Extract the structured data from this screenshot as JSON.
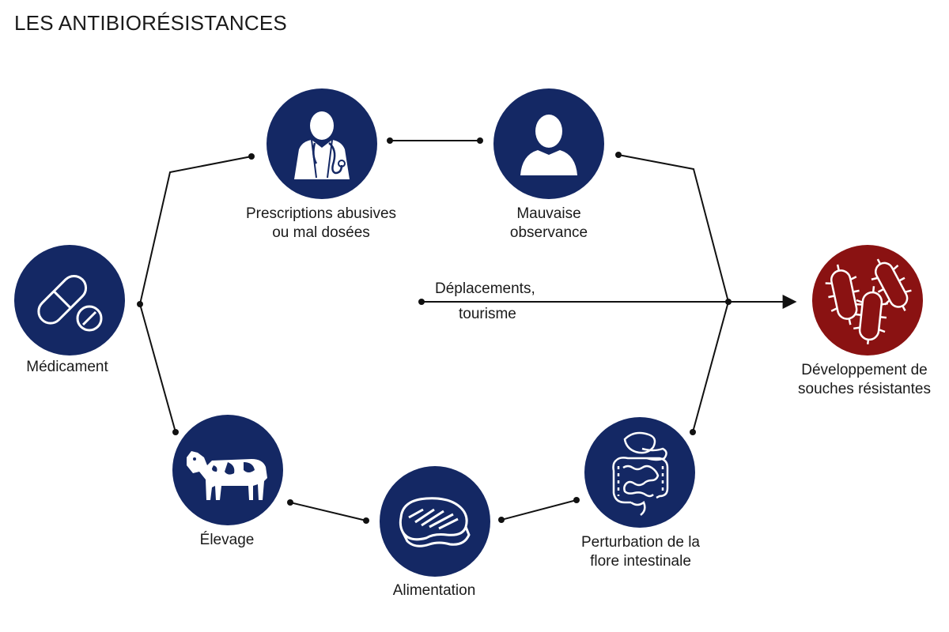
{
  "title": "LES ANTIBIORÉSISTANCES",
  "nodes": {
    "medicament": {
      "label": "Médicament",
      "icon": "pill-icon"
    },
    "prescriptions": {
      "label_line1": "Prescriptions abusives",
      "label_line2": "ou mal dosées",
      "icon": "doctor-icon"
    },
    "observance": {
      "label_line1": "Mauvaise",
      "label_line2": "observance",
      "icon": "patient-icon"
    },
    "elevage": {
      "label": "Élevage",
      "icon": "cow-icon"
    },
    "alimentation": {
      "label": "Alimentation",
      "icon": "steak-icon"
    },
    "flore": {
      "label_line1": "Perturbation de la",
      "label_line2": "flore intestinale",
      "icon": "intestine-icon"
    },
    "souches": {
      "label_line1": "Développement de",
      "label_line2": "souches résistantes",
      "icon": "bacteria-icon"
    }
  },
  "travel": {
    "line1": "Déplacements,",
    "line2": "tourisme"
  },
  "colors": {
    "node": "#142864",
    "result": "#8a1212",
    "line": "#111111"
  }
}
